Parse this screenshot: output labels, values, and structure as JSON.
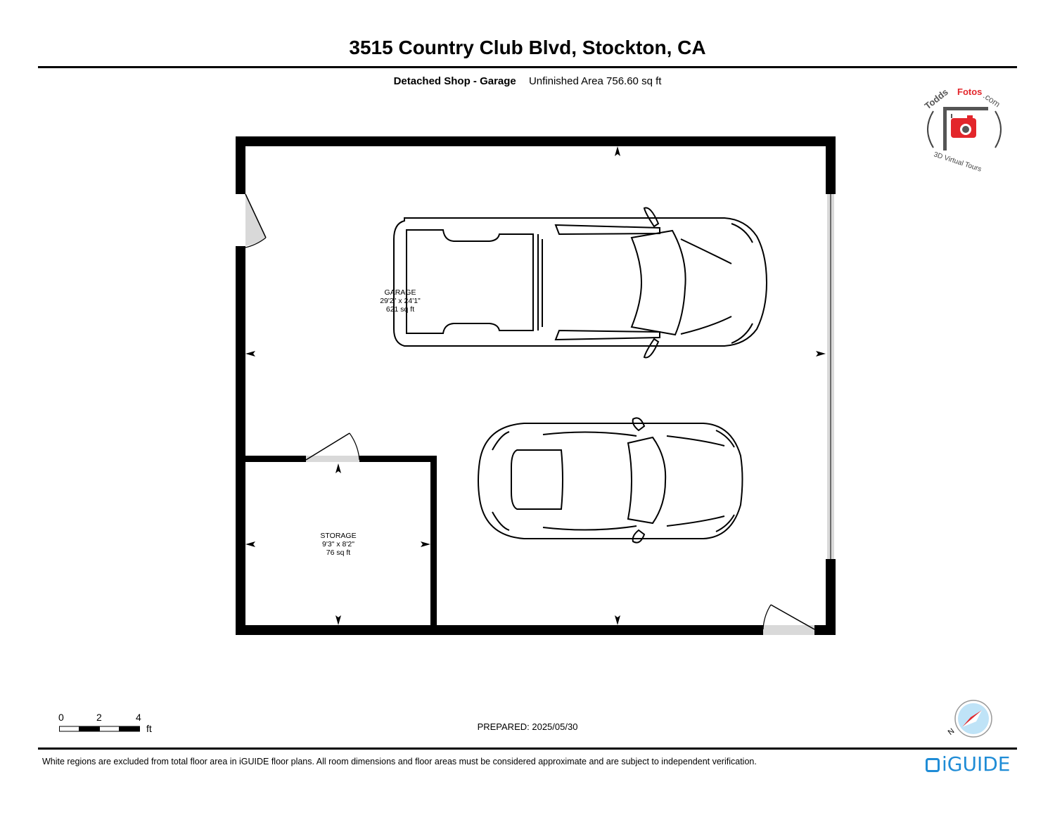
{
  "header": {
    "address": "3515 Country Club Blvd, Stockton, CA",
    "building": "Detached Shop - Garage",
    "area_summary": "Unfinished Area 756.60 sq ft"
  },
  "rooms": [
    {
      "name": "GARAGE",
      "dims": "29'2\" x 24'1\"",
      "area": "621 sq ft"
    },
    {
      "name": "STORAGE",
      "dims": "9'3\" x 8'2\"",
      "area": "76 sq ft"
    }
  ],
  "scale_bar": {
    "ticks": [
      "0",
      "2",
      "4"
    ],
    "unit": "ft"
  },
  "prepared": "PREPARED: 2025/05/30",
  "disclaimer": "White regions are excluded from total floor area in iGUIDE floor plans. All room dimensions and floor areas must be considered approximate and are subject to independent verification.",
  "branding": {
    "logo_name": "ToddsFotos",
    "logo_suffix": ".com",
    "logo_tagline": "3D Virtual Tours",
    "product": "iGUIDE",
    "accent_color": "#1f8cd6",
    "logo_red": "#e3262b"
  },
  "compass": {
    "label": "N"
  }
}
